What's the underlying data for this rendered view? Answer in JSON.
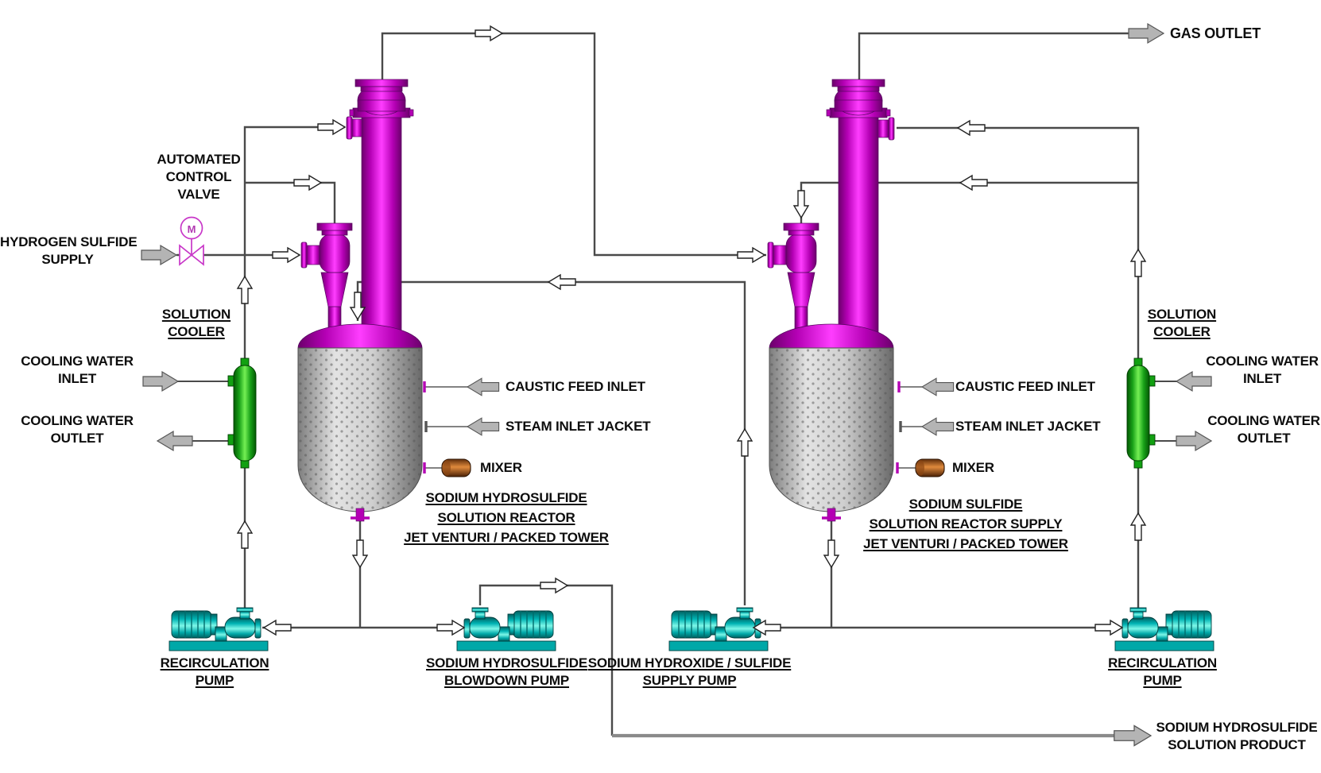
{
  "colors": {
    "pipe": "#4a4a4a",
    "column_magenta": "#ff3dff",
    "vessel_gray": "#c9c9c9",
    "cooler_green": "#2db82d",
    "pump_cyan": "#00b0b0",
    "mixer_brown": "#c06a22",
    "valve_magenta": "#c837c8",
    "stream_arrow_gray": "#b4b4b4",
    "flow_arrow_fill": "#ffffff",
    "text": "#0d0d0d"
  },
  "streams": {
    "hydrogen_sulfide_supply": {
      "line1": "HYDROGEN SULFIDE",
      "line2": "SUPPLY"
    },
    "gas_outlet": {
      "label": "GAS OUTLET"
    },
    "solution_product": {
      "line1": "SODIUM HYDROSULFIDE",
      "line2": "SOLUTION PRODUCT"
    },
    "cooling_water_inlet_left": {
      "line1": "COOLING WATER",
      "line2": "INLET"
    },
    "cooling_water_outlet_left": {
      "line1": "COOLING WATER",
      "line2": "OUTLET"
    },
    "cooling_water_inlet_right": {
      "line1": "COOLING WATER",
      "line2": "INLET"
    },
    "cooling_water_outlet_right": {
      "line1": "COOLING WATER",
      "line2": "OUTLET"
    }
  },
  "equipment": {
    "automated_control_valve": {
      "line1": "AUTOMATED",
      "line2": "CONTROL",
      "line3": "VALVE",
      "tag": "M"
    },
    "solution_cooler_left": {
      "line1": "SOLUTION",
      "line2": "COOLER"
    },
    "solution_cooler_right": {
      "line1": "SOLUTION",
      "line2": "COOLER"
    },
    "reactor_left": {
      "line1": "SODIUM HYDROSULFIDE",
      "line2": "SOLUTION REACTOR",
      "line3": "JET VENTURI / PACKED TOWER"
    },
    "reactor_right": {
      "line1": "SODIUM SULFIDE",
      "line2": "SOLUTION REACTOR SUPPLY",
      "line3": "JET VENTURI / PACKED TOWER"
    },
    "recirculation_pump_left": {
      "line1": "RECIRCULATION",
      "line2": "PUMP"
    },
    "blowdown_pump": {
      "line1": "SODIUM HYDROSULFIDE",
      "line2": "BLOWDOWN PUMP"
    },
    "supply_pump": {
      "line1": "SODIUM HYDROXIDE / SULFIDE",
      "line2": "SUPPLY PUMP"
    },
    "recirculation_pump_right": {
      "line1": "RECIRCULATION",
      "line2": "PUMP"
    }
  },
  "nozzles": {
    "caustic_feed_left": "CAUSTIC FEED INLET",
    "steam_jacket_left": "STEAM INLET JACKET",
    "mixer_left": "MIXER",
    "caustic_feed_right": "CAUSTIC FEED INLET",
    "steam_jacket_right": "STEAM INLET JACKET",
    "mixer_right": "MIXER"
  }
}
